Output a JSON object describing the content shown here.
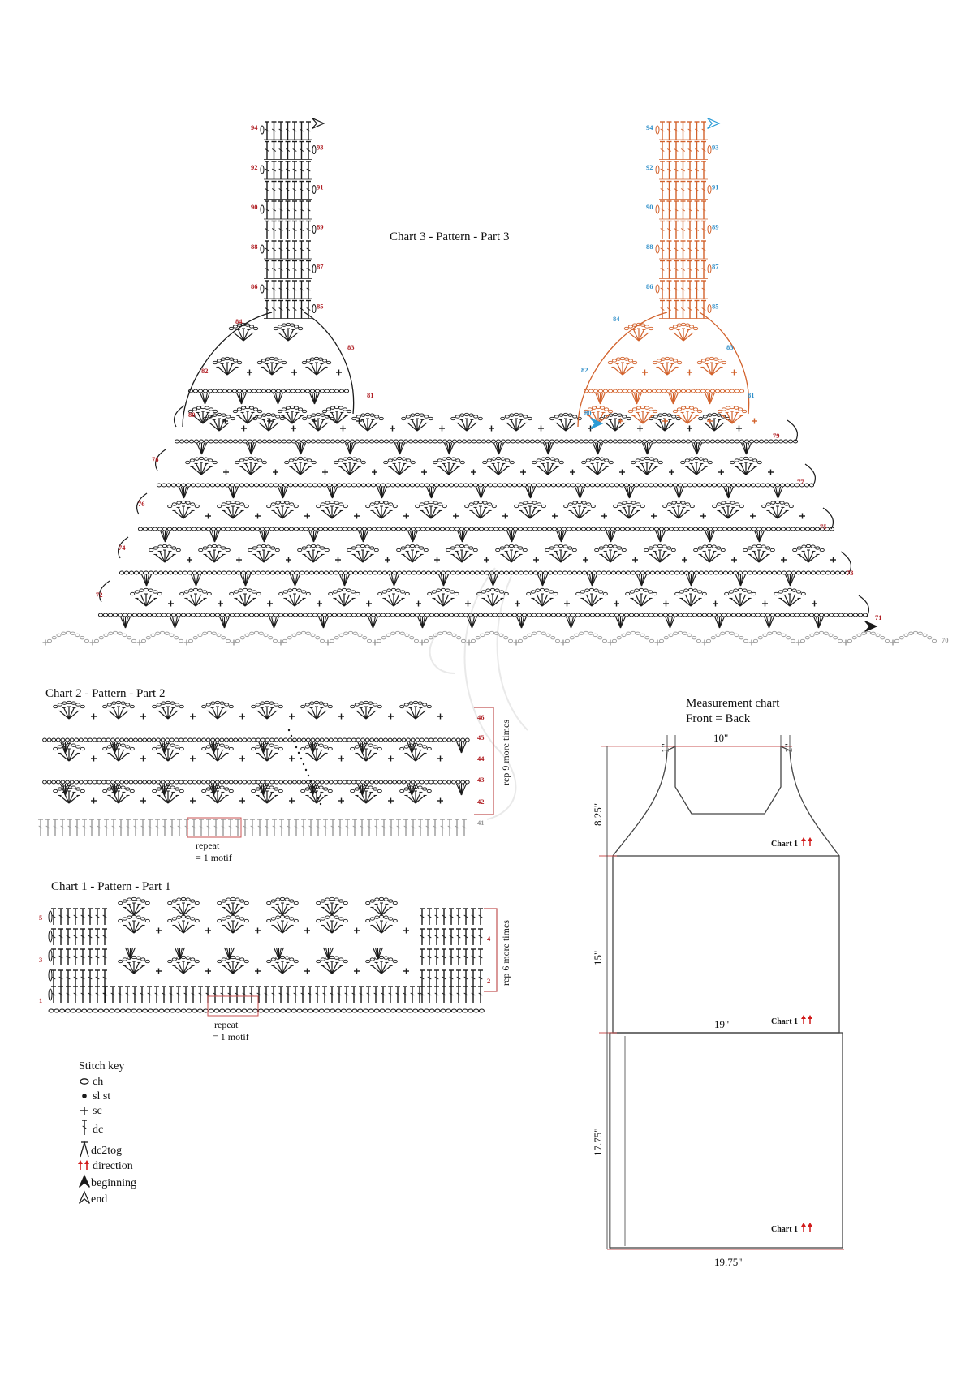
{
  "colors": {
    "ink": "#1a1a1a",
    "gray": "#9a9a9a",
    "orange": "#d2622c",
    "red_num": "#b01e23",
    "blue_num": "#2f8fc9",
    "outline": "#444444",
    "guide_red": "#c95050",
    "bracket": "#c25454",
    "arrow_red": "#d11b1b",
    "arrow_blue": "#2a9bd6"
  },
  "chart3": {
    "title": "Chart 3 - Pattern - Part 3",
    "strap_left_rows": [
      "94",
      "93",
      "92",
      "91",
      "90",
      "89",
      "88",
      "87",
      "86",
      "85"
    ],
    "strap_right_rows": [
      "94",
      "93",
      "92",
      "91",
      "90",
      "89",
      "88",
      "87",
      "86",
      "85"
    ],
    "cup_left_rows": [
      "84",
      "83",
      "82",
      "81",
      "80"
    ],
    "cup_right_rows": [
      "84",
      "83",
      "82",
      "81",
      "80"
    ],
    "body_left_rows": [
      "78",
      "76",
      "74",
      "72"
    ],
    "body_right_rows": [
      "79",
      "77",
      "75",
      "73",
      "71"
    ],
    "base_row": "70"
  },
  "chart2": {
    "title": "Chart 2 - Pattern - Part 2",
    "rows": [
      "46",
      "45",
      "44",
      "43",
      "42",
      "41"
    ],
    "repeat_note": "rep 9 more times",
    "repeat_label": "repeat",
    "motif_label": "= 1 motif"
  },
  "chart1": {
    "title": "Chart 1 - Pattern - Part 1",
    "left_rows": [
      "5",
      "3",
      "1"
    ],
    "right_rows": [
      "4",
      "2"
    ],
    "repeat_note": "rep 6 more times",
    "repeat_label": "repeat",
    "motif_label": "= 1 motif"
  },
  "stitch_key": {
    "title": "Stitch key",
    "items": [
      {
        "symbol": "ch-icon",
        "label": "ch"
      },
      {
        "symbol": "sl-st-icon",
        "label": "sl st"
      },
      {
        "symbol": "sc-icon",
        "label": "sc"
      },
      {
        "symbol": "dc-icon",
        "label": "dc"
      },
      {
        "symbol": "dc2tog-icon",
        "label": "dc2tog"
      },
      {
        "symbol": "direction-arrows-icon",
        "label": "direction"
      },
      {
        "symbol": "beginning-arrow-icon",
        "label": "beginning"
      },
      {
        "symbol": "end-arrow-icon",
        "label": "end"
      }
    ]
  },
  "measurement": {
    "title_line1": "Measurement chart",
    "title_line2": "Front = Back",
    "strap_width_left": "1\"",
    "neck_width": "10\"",
    "strap_width_right": "1\"",
    "top_height": "8.25\"",
    "middle_height": "15\"",
    "middle_width": "19\"",
    "bottom_height": "17.75\"",
    "bottom_width": "19.75\"",
    "section_label": "Chart 1"
  }
}
